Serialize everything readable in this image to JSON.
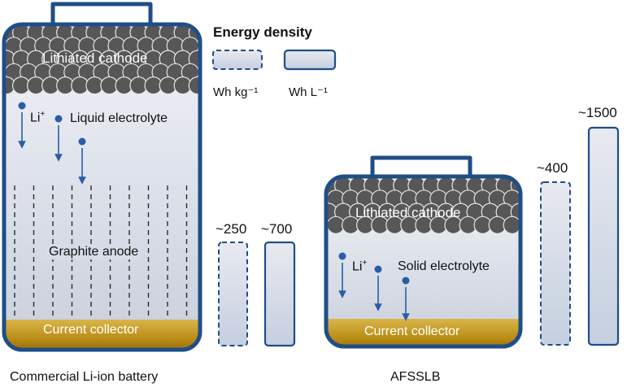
{
  "commercial": {
    "cathode_label": "Lithiated cathode",
    "ion_label": "Li",
    "ion_sup": "+",
    "electrolyte_label": "Liquid electrolyte",
    "anode_label": "Graphite anode",
    "collector_label": "Current collector",
    "caption": "Commercial Li-ion battery"
  },
  "afsslb": {
    "cathode_label": "Lithiated cathode",
    "ion_label": "Li",
    "ion_sup": "+",
    "electrolyte_label": "Solid electrolyte",
    "collector_label": "Current collector",
    "caption": "AFSSLB"
  },
  "legend": {
    "title": "Energy density",
    "gravimetric_label": "Wh kg⁻¹",
    "volumetric_label": "Wh L⁻¹"
  },
  "energy_bars": {
    "commercial": {
      "gravimetric": {
        "value_label": "~250",
        "value": 250,
        "unit": "Wh kg⁻¹"
      },
      "volumetric": {
        "value_label": "~700",
        "value": 700,
        "unit": "Wh L⁻¹"
      }
    },
    "afsslb": {
      "gravimetric": {
        "value_label": "~400",
        "value": 400,
        "unit": "Wh kg⁻¹"
      },
      "volumetric": {
        "value_label": "~1500",
        "value": 1500,
        "unit": "Wh L⁻¹"
      }
    }
  },
  "colors": {
    "outline": "#1f4e86",
    "cell_fill_top": "#f0f2f6",
    "cell_fill_bottom": "#cfd5e2",
    "particle": "#575757",
    "collector": "#b98f16",
    "ion": "#2a5da8"
  }
}
